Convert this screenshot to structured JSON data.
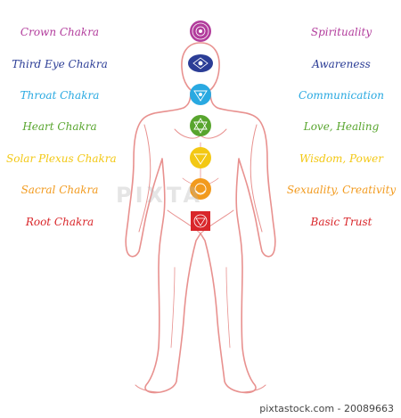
{
  "colors": {
    "outline": "#e8918f",
    "crown": "#b23c9c",
    "third_eye": "#2b3d96",
    "throat": "#29a9e1",
    "heart": "#58a52e",
    "solar": "#f3c814",
    "sacral": "#f29a1d",
    "root": "#d9262a"
  },
  "chakras": [
    {
      "name": "Crown Chakra",
      "meaning": "Spirituality",
      "icon": "crown-chakra-icon"
    },
    {
      "name": "Third Eye Chakra",
      "meaning": "Awareness",
      "icon": "third-eye-chakra-icon"
    },
    {
      "name": "Throat Chakra",
      "meaning": "Communication",
      "icon": "throat-chakra-icon"
    },
    {
      "name": "Heart Chakra",
      "meaning": "Love, Healing",
      "icon": "heart-chakra-icon"
    },
    {
      "name": "Solar Plexus Chakra",
      "meaning": "Wisdom, Power",
      "icon": "solar-plexus-chakra-icon"
    },
    {
      "name": "Sacral Chakra",
      "meaning": "Sexuality, Creativity",
      "icon": "sacral-chakra-icon"
    },
    {
      "name": "Root Chakra",
      "meaning": "Basic Trust",
      "icon": "root-chakra-icon"
    }
  ],
  "watermark": "PIXTA",
  "footer": "pixtastock.com - 20089663"
}
